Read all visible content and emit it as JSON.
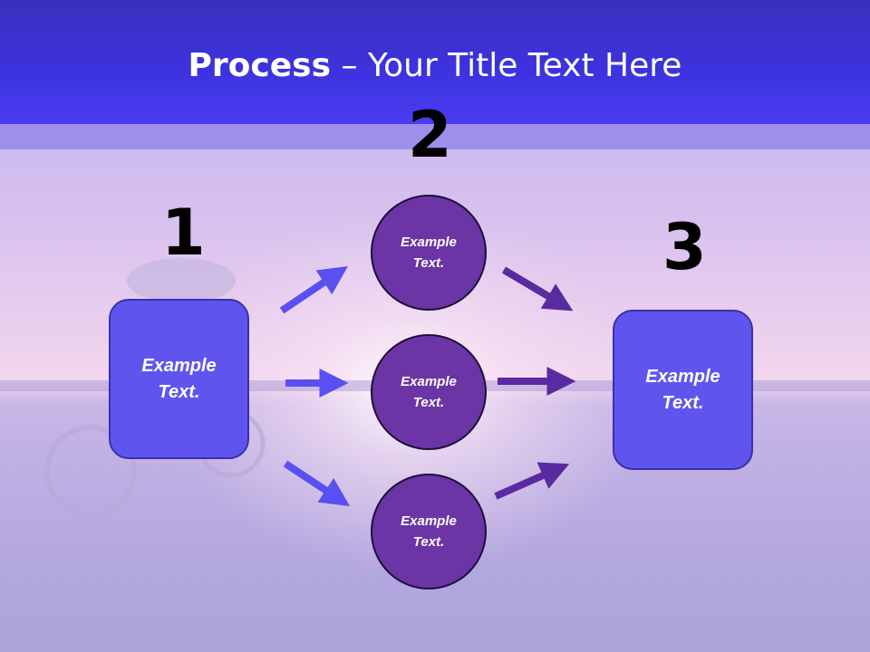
{
  "title": {
    "bold": "Process",
    "rest": " – Your Title Text Here"
  },
  "steps": {
    "one": "1",
    "two": "2",
    "three": "3"
  },
  "boxes": {
    "left": [
      "Example",
      "Text."
    ],
    "right": [
      "Example",
      "Text."
    ]
  },
  "circles": [
    [
      "Example",
      "Text."
    ],
    [
      "Example",
      "Text."
    ],
    [
      "Example",
      "Text."
    ]
  ],
  "colors": {
    "header": "#3d33e0",
    "box_fill": "#5f55ee",
    "circle_fill": "#6b35a5",
    "arrow_left": "#5a4ff0",
    "arrow_right": "#5a2aa0"
  }
}
